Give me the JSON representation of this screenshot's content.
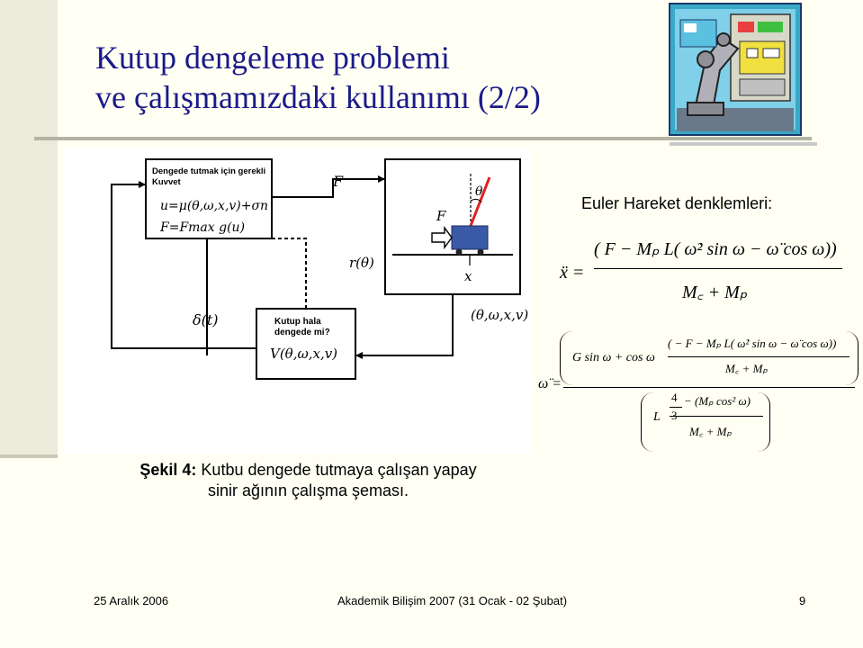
{
  "title": {
    "line1": "Kutup dengeleme problemi",
    "line2": "ve çalışmamızdaki kullanımı (2/2)"
  },
  "diagram": {
    "force_box": {
      "line1": "Dengede tutmak için gerekli",
      "line2": "Kuvvet",
      "line3": "",
      "eq_u": "u=μ(θ,ω,x,v)+σn",
      "eq_f": "F=Fmax g(u)"
    },
    "cart_box": {
      "theta": "θ",
      "force": "F",
      "x": "x"
    },
    "check_box": {
      "line1": "Kutup hala",
      "line2": "dengede mi?",
      "func": "V(θ,ω,x,v)"
    },
    "signal_f": "F",
    "state_vector": "(θ,ω,x,v)",
    "reward": "r(θ)",
    "delta": "δ(t)"
  },
  "caption": {
    "label": "Şekil 4:",
    "text1": "Kutbu dengede tutmaya çalışan yapay",
    "text2": "sinir ağının çalışma şeması."
  },
  "euler": {
    "heading": "Euler Hareket denklemleri:",
    "eq1": {
      "lhs": "ẍ =",
      "numerator": "( F − Mₚ L( ω̇² sin ω − ω̈ cos ω))",
      "denominator": "M꜀ + Mₚ"
    },
    "eq2": {
      "lhs": "ω̈ =",
      "upper_left": "G sin ω + cos ω",
      "upper_numerator": "( − F − Mₚ L( ω̇² sin ω − ω̈ cos ω))",
      "upper_denominator": "M꜀ + Mₚ",
      "lower_L": "L",
      "four": "4",
      "three": "3",
      "lower_numerator": "− (Mₚ cos² ω)",
      "lower_denominator": "M꜀ + Mₚ"
    }
  },
  "footer": {
    "date": "25 Aralık 2006",
    "event": "Akademik Bilişim 2007 (31 Ocak - 02 Şubat)",
    "page": "9"
  }
}
